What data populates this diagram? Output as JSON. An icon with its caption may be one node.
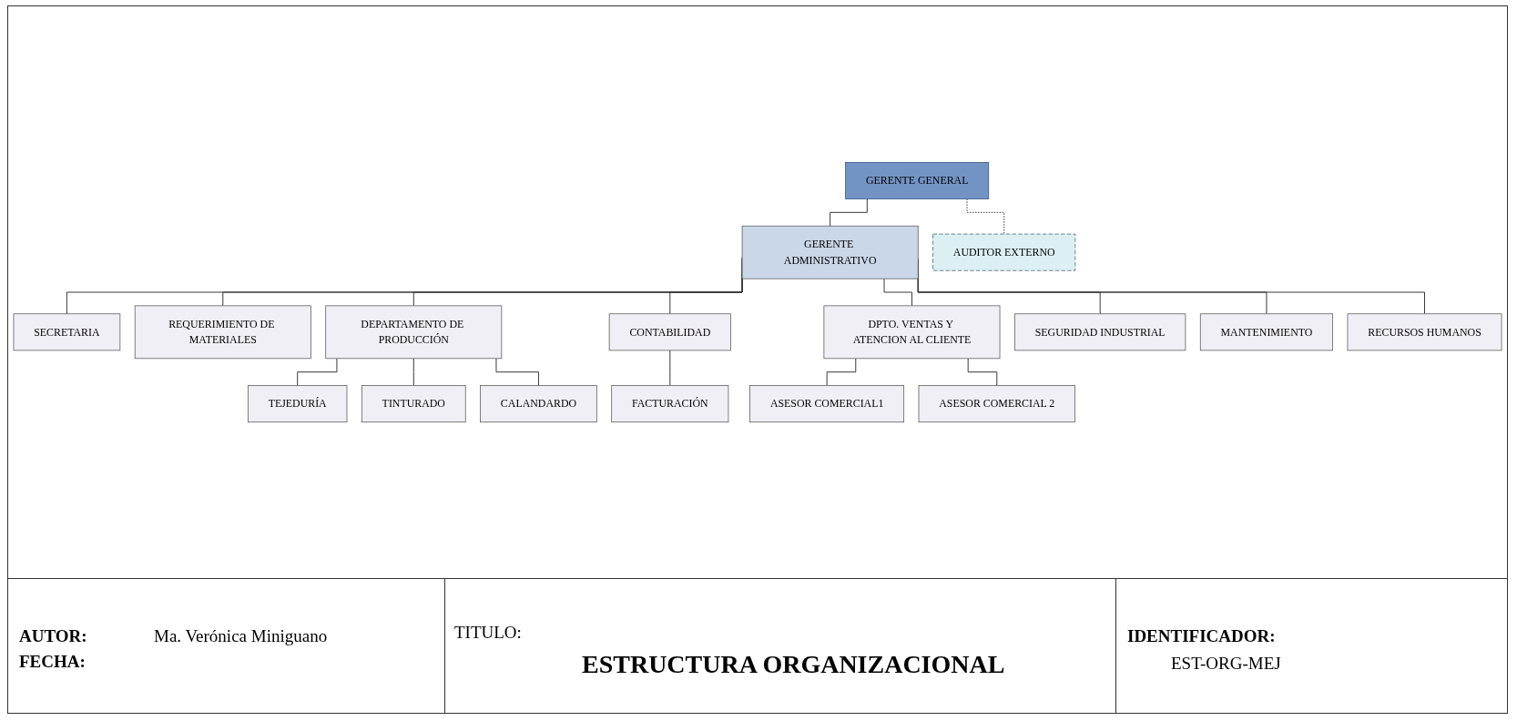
{
  "diagram": {
    "nodes": [
      {
        "text": [
          "GERENTE GENERAL"
        ]
      },
      {
        "text": [
          "GERENTE ADMINISTRATIVO"
        ]
      },
      {
        "text": [
          "AUDITOR EXTERNO"
        ]
      },
      {
        "text": [
          "SECRETARIA"
        ]
      },
      {
        "text": [
          "REQUERIMIENTO DE MATERIALES"
        ]
      },
      {
        "text": [
          "DEPARTAMENTO DE PRODUCCIÓN"
        ]
      },
      {
        "text": [
          "CONTABILIDAD"
        ]
      },
      {
        "text": [
          "DPTO. VENTAS Y ATENCION AL CLIENTE"
        ]
      },
      {
        "text": [
          "SEGURIDAD INDUSTRIAL"
        ]
      },
      {
        "text": [
          "MANTENIMIENTO"
        ]
      },
      {
        "text": [
          "RECURSOS HUMANOS"
        ]
      },
      {
        "text": [
          "TEJEDURÍA"
        ]
      },
      {
        "text": [
          "TINTURADO"
        ]
      },
      {
        "text": [
          "CALANDARDO"
        ]
      },
      {
        "text": [
          "FACTURACIÓN"
        ]
      },
      {
        "text": [
          "ASESOR COMERCIAL1"
        ]
      },
      {
        "text": [
          "ASESOR COMERCIAL 2"
        ]
      }
    ],
    "edges": [
      {
        "from": 0,
        "to": 1,
        "arrow": "none"
      },
      {
        "from": 0,
        "to": 2,
        "arrow": "none",
        "style": "dashed"
      },
      {
        "from": 1,
        "to": 3,
        "arrow": "none"
      },
      {
        "from": 1,
        "to": 4,
        "arrow": "none"
      },
      {
        "from": 1,
        "to": 5,
        "arrow": "none"
      },
      {
        "from": 1,
        "to": 6,
        "arrow": "none"
      },
      {
        "from": 1,
        "to": 7,
        "arrow": "none"
      },
      {
        "from": 1,
        "to": 8,
        "arrow": "none"
      },
      {
        "from": 1,
        "to": 9,
        "arrow": "none"
      },
      {
        "from": 1,
        "to": 10,
        "arrow": "none"
      },
      {
        "from": 5,
        "to": 11,
        "arrow": "none"
      },
      {
        "from": 5,
        "to": 12,
        "arrow": "none"
      },
      {
        "from": 5,
        "to": 13,
        "arrow": "none"
      },
      {
        "from": 6,
        "to": 14,
        "arrow": "none"
      },
      {
        "from": 7,
        "to": 15,
        "arrow": "none"
      },
      {
        "from": 7,
        "to": 16,
        "arrow": "none"
      }
    ],
    "labels": [
      "AUTOR:",
      "Ma. Verónica Miniguano",
      "FECHA:",
      "TITULO:",
      "ESTRUCTURA ORGANIZACIONAL",
      "IDENTIFICADOR:",
      "EST-ORG-MEJ"
    ]
  }
}
